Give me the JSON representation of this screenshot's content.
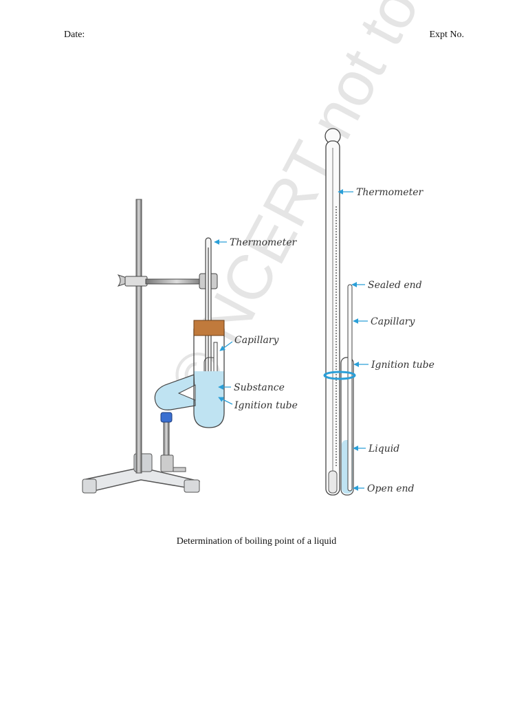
{
  "header": {
    "date_label": "Date:",
    "expt_label": "Expt No."
  },
  "watermark": "© NCERT not to be republished",
  "left_apparatus": {
    "labels": [
      "Thermometer",
      "Capillary",
      "Substance",
      "Ignition tube"
    ]
  },
  "right_apparatus": {
    "labels": [
      "Thermometer",
      "Sealed end",
      "Capillary",
      "Ignition tube",
      "Liquid",
      "Open end"
    ]
  },
  "caption": "Determination of boiling point of a liquid",
  "colors": {
    "label_arrow": "#2a9fd8",
    "liquid": "#bfe3f2",
    "cork": "#c07a3c",
    "band": "#2a9fd8"
  }
}
